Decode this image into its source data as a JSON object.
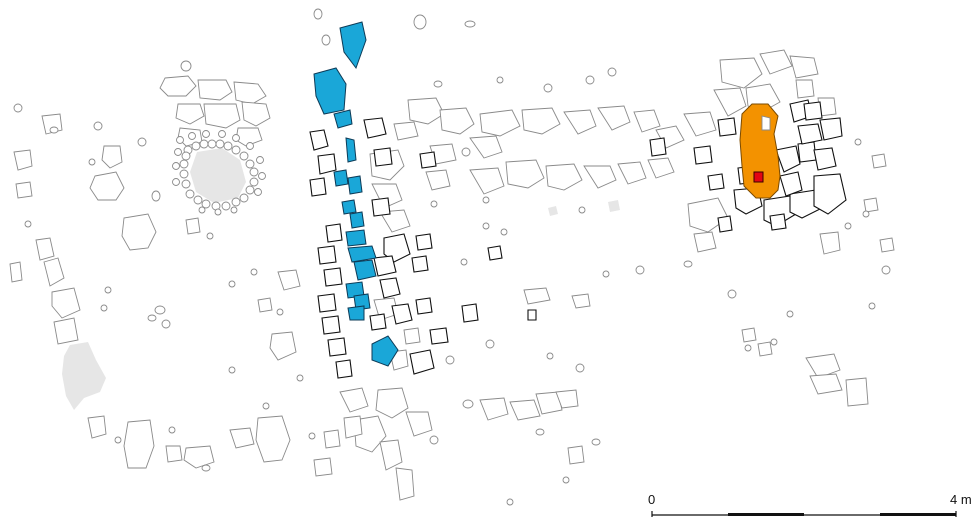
{
  "colors": {
    "feature_blue": "#1aa7d8",
    "feature_orange": "#f39200",
    "feature_red": "#e30613",
    "grey_fill": "#e6e6e6",
    "stone_outline_grey": "#8a8a8a",
    "stone_outline_black": "#111111"
  },
  "scale": {
    "start_label": "0",
    "end_label": "4 m",
    "length_m": 4,
    "segments": 4
  }
}
